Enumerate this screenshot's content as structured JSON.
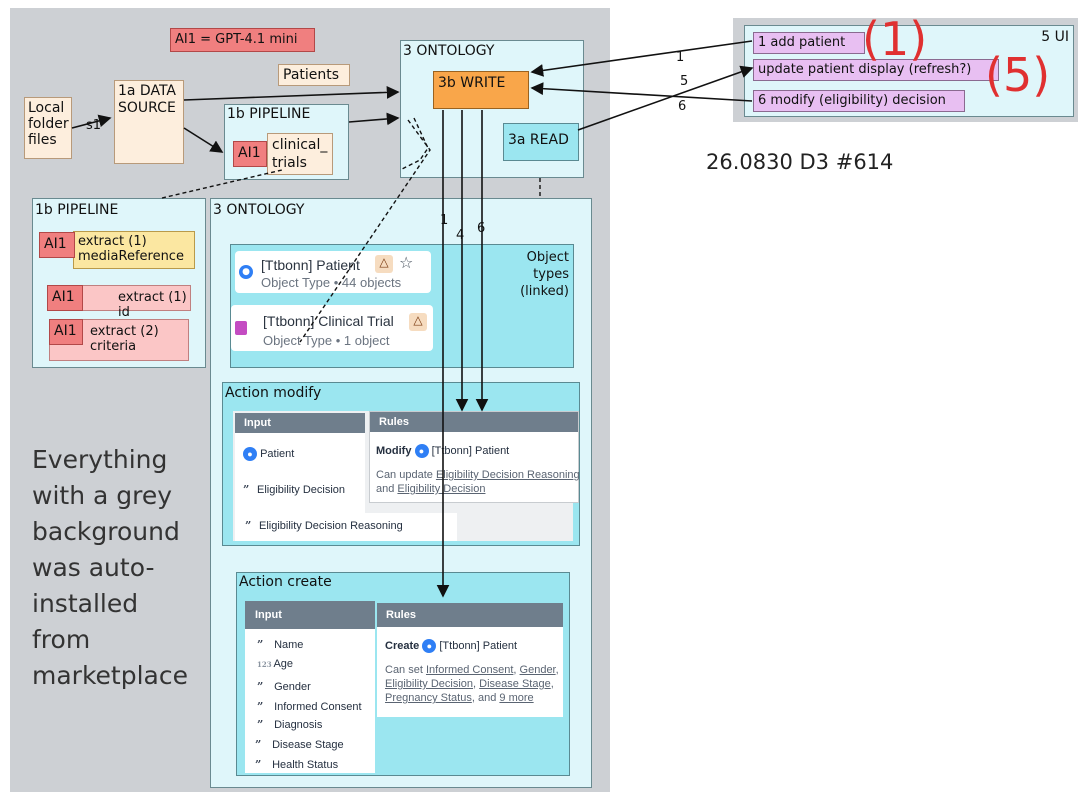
{
  "model_tag": "AI1 = GPT-4.1 mini",
  "local_files": "Local folder files",
  "s1": "s1",
  "data_source": "1a DATA SOURCE",
  "patients_tag": "Patients",
  "pipeline_top": {
    "title": "1b PIPELINE",
    "ai": "AI1",
    "output": "clinical_ trials"
  },
  "pipeline_left": {
    "title": "1b PIPELINE",
    "items": [
      {
        "ai": "AI1",
        "text": "extract (1) mediaReference"
      },
      {
        "ai": "AI1",
        "text": "extract (1) id"
      },
      {
        "ai": "AI1",
        "text": "extract (2) criteria"
      }
    ]
  },
  "ontology_top": {
    "title": "3 ONTOLOGY",
    "write": "3b WRITE",
    "read": "3a READ"
  },
  "ontology_main": {
    "title": "3 ONTOLOGY",
    "object_types_label": "Object types (linked)",
    "objects": [
      {
        "name": "[Ttbonn] Patient",
        "sub": "Object Type • 44 objects"
      },
      {
        "name": "[Ttbonn] Clinical Trial",
        "sub": "Object Type • 1 object"
      }
    ]
  },
  "action_modify": {
    "title": "Action modify",
    "input_header": "Input",
    "rules_header": "Rules",
    "inputs": [
      "Patient",
      "Eligibility Decision",
      "Eligibility Decision Reasoning"
    ],
    "rule_verb": "Modify",
    "rule_target": "[Ttbonn] Patient",
    "rule_text_1": "Can update ",
    "rule_link_1": "Eligibility Decision Reasoning",
    "rule_text_2": "and ",
    "rule_link_2": "Eligibility Decision"
  },
  "action_create": {
    "title": "Action create",
    "input_header": "Input",
    "rules_header": "Rules",
    "inputs": [
      "Name",
      "Age",
      "Gender",
      "Informed Consent",
      "Diagnosis",
      "Disease Stage",
      "Health Status"
    ],
    "rule_verb": "Create",
    "rule_target": "[Ttbonn] Patient",
    "rule_prefix": "Can set ",
    "rule_links": [
      "Informed Consent",
      "Gender",
      "Eligibility Decision",
      "Disease Stage",
      "Pregnancy Status",
      "9 more"
    ],
    "rule_and": "and"
  },
  "ui": {
    "title": "5 UI",
    "items": [
      "1 add  patient",
      "update patient display (refresh?)",
      "6 modify (eligibility) decision"
    ],
    "big1": "(1)",
    "big5": "(5)"
  },
  "arrow_labels": {
    "one": "1",
    "five": "5",
    "six": "6",
    "four": "4"
  },
  "note": "Everything with a grey background was auto-installed from marketplace",
  "ref": "26.0830 D3 #614",
  "colors": {
    "grey_bg": "#cdd0d4",
    "cyan": "#dff6fa",
    "teal": "#9be6f0",
    "ai_red": "#f07f7f",
    "write_orange": "#f9a64a",
    "ui_purple": "#e8bff2",
    "big_red": "#e03030"
  }
}
